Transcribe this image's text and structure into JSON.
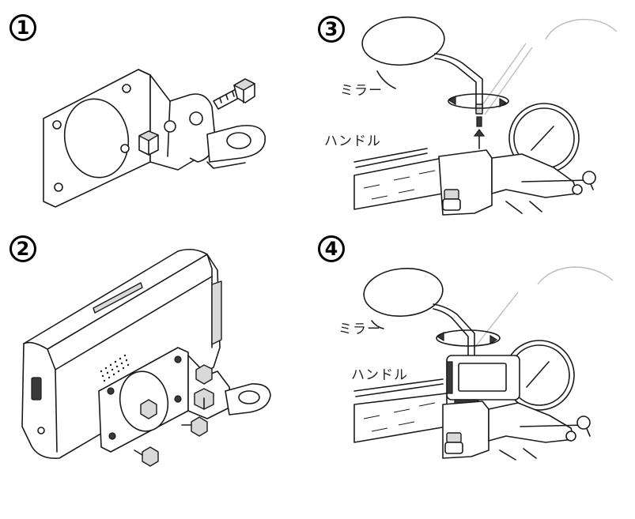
{
  "steps": {
    "step1": {
      "number": "1"
    },
    "step2": {
      "number": "2"
    },
    "step3": {
      "number": "3",
      "mirror_label": "ミラー",
      "handlebar_label": "ハンドル"
    },
    "step4": {
      "number": "4",
      "mirror_label": "ミラー",
      "handlebar_label": "ハンドル"
    }
  },
  "colors": {
    "line": "#1a1a1a",
    "fill_light": "#d9d9d9",
    "fill_dark": "#3a3a3a",
    "faint": "#bdbdbd"
  }
}
